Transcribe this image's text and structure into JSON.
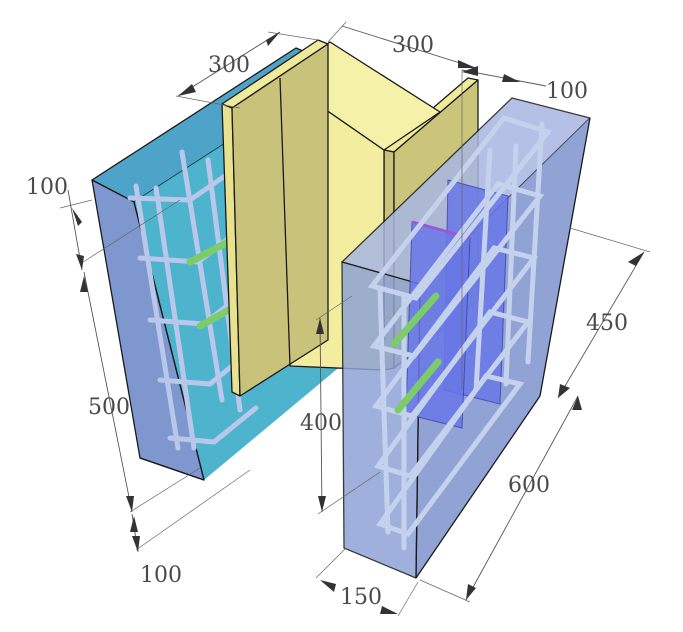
{
  "diagram": {
    "title": "",
    "description": "Isometric view of a steel H-beam (yellow) embedded between two concrete blocks with rebar cages, anchor plates and shear studs",
    "colors": {
      "steel_flange": "#f0eb9a",
      "steel_flange_side": "#c9c27a",
      "steel_web": "#f3ee9f",
      "left_block_front": "#7f97cf",
      "left_block_top": "#4ea3c9",
      "left_block_side": "#3faec9",
      "right_block_front": "#8fa3d6",
      "right_block_top": "#a8b6e2",
      "right_block_side": "#7e92cc",
      "rebar": "#c5d2ee",
      "anchor_plate": "#6a78e8",
      "shear_stud": "#7ccc6a",
      "dimension_text": "#4a4a4a"
    },
    "dimensions": {
      "left_flange_width": "300",
      "beam_depth_top": "300",
      "right_offset_top": "100",
      "left_top_offset": "100",
      "left_height": "500",
      "left_bottom_offset": "100",
      "web_height": "400",
      "right_block_depth": "450",
      "right_block_length": "600",
      "right_block_thickness": "150"
    }
  }
}
